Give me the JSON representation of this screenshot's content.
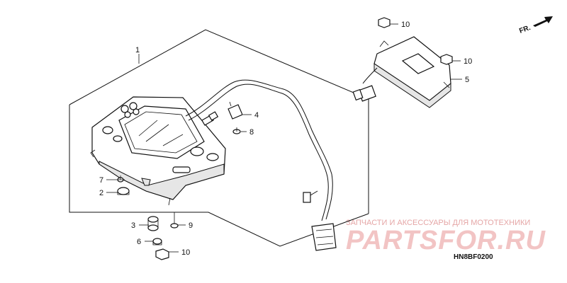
{
  "diagram": {
    "fr_label": "FR.",
    "code": "HN8BF0200",
    "labels": [
      "1",
      "2",
      "3",
      "4",
      "5",
      "6",
      "7",
      "8",
      "9",
      "10",
      "10",
      "10"
    ]
  },
  "watermark": {
    "subtitle": "ЗАПЧАСТИ И АКСЕССУАРЫ ДЛЯ МОТОТЕХНИКИ",
    "brand": "PARTSFOR.RU",
    "color": "#f2c4c4"
  }
}
